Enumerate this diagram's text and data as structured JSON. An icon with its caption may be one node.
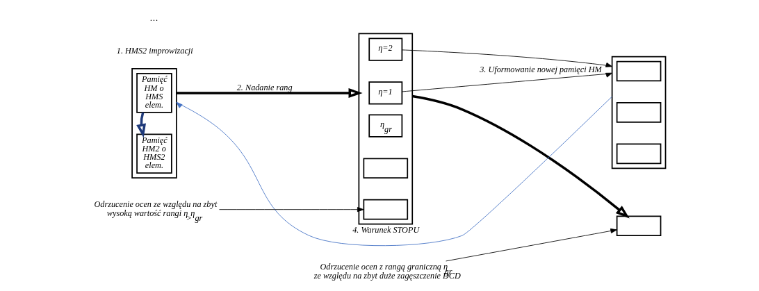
{
  "diagram": {
    "nodes": [
      {
        "text": [],
        "shape": "box"
      },
      {
        "text": [
          "Pamięć HM o HMS elem."
        ],
        "in": 0
      },
      {
        "text": [
          "Pamięć HM2 o HMS2 elem."
        ],
        "in": 0
      },
      {
        "text": [],
        "shape": "box"
      },
      {
        "text": [
          "η=1"
        ],
        "in": 3
      },
      {
        "text": [
          "η=2"
        ],
        "in": 3
      },
      {
        "text": [
          "η$_{gr}$"
        ],
        "in": 3
      },
      {
        "text": [],
        "shape": "box",
        "in": 3
      },
      {
        "text": [],
        "shape": "box",
        "in": 3
      },
      {
        "text": [],
        "shape": "box"
      },
      {
        "text": [],
        "shape": "box",
        "in": 9
      },
      {
        "text": [],
        "shape": "box",
        "in": 9
      },
      {
        "text": [],
        "shape": "box",
        "in": 9
      },
      {
        "text": [],
        "shape": "box"
      },
      {
        "text": [
          "Odrzucenie ocen z rangą graniczną η$_{gr}$ ze względu na zbyt duże zagęszczenie DCD"
        ]
      },
      {
        "text": [
          "Odrzucenie ocen ze względu na zbyt wysoką wartość rangi η$_{>}$η$_{gr}$"
        ]
      }
    ],
    "edges": [
      {
        "from": 1,
        "to": 2,
        "arrow": "to",
        "style": "thick",
        "color": "#1f3a7a"
      },
      {
        "from": 0,
        "to": 3,
        "arrow": "to",
        "style": "thick",
        "label": "2. Nadanie rang"
      },
      {
        "from": 4,
        "to": 9,
        "arrow": "to",
        "label": "3. Uformowanie nowej pamięci HM"
      },
      {
        "from": 5,
        "to": 9,
        "arrow": "to"
      },
      {
        "from": 3,
        "to": 13,
        "arrow": "to",
        "style": "thick"
      },
      {
        "from": 14,
        "to": 13,
        "arrow": "to"
      },
      {
        "from": 15,
        "to": 8,
        "arrow": "to"
      },
      {
        "from": 9,
        "to": 0,
        "arrow": "to",
        "color": "#4472c4",
        "label": "4. Warunek STOPU"
      }
    ],
    "labels": [
      "1. HMS2 improwizacji",
      "…"
    ]
  }
}
